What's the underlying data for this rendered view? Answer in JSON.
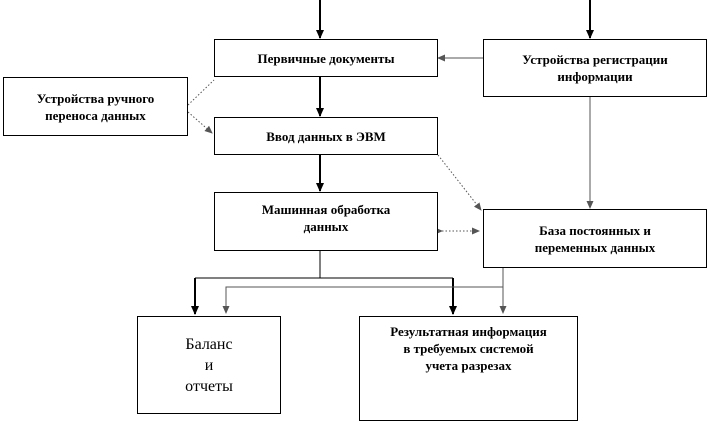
{
  "boxes": {
    "primary_docs": "Первичные документы",
    "registration_devices": "Устройства регистрации\nинформации",
    "manual_transfer": "Устройства ручного\nпереноса данных",
    "data_input": "Ввод данных в ЭВМ",
    "machine_processing": "Машинная обработка\nданных",
    "database": "База постоянных и\nпеременных данных",
    "balance_reports": "Баланс\nи\nотчеты",
    "result_info": "Результатная информация\nв требуемых системой\nучета разрезах"
  },
  "colors": {
    "line": "#000000",
    "thin_line": "#555555",
    "background": "#ffffff"
  }
}
